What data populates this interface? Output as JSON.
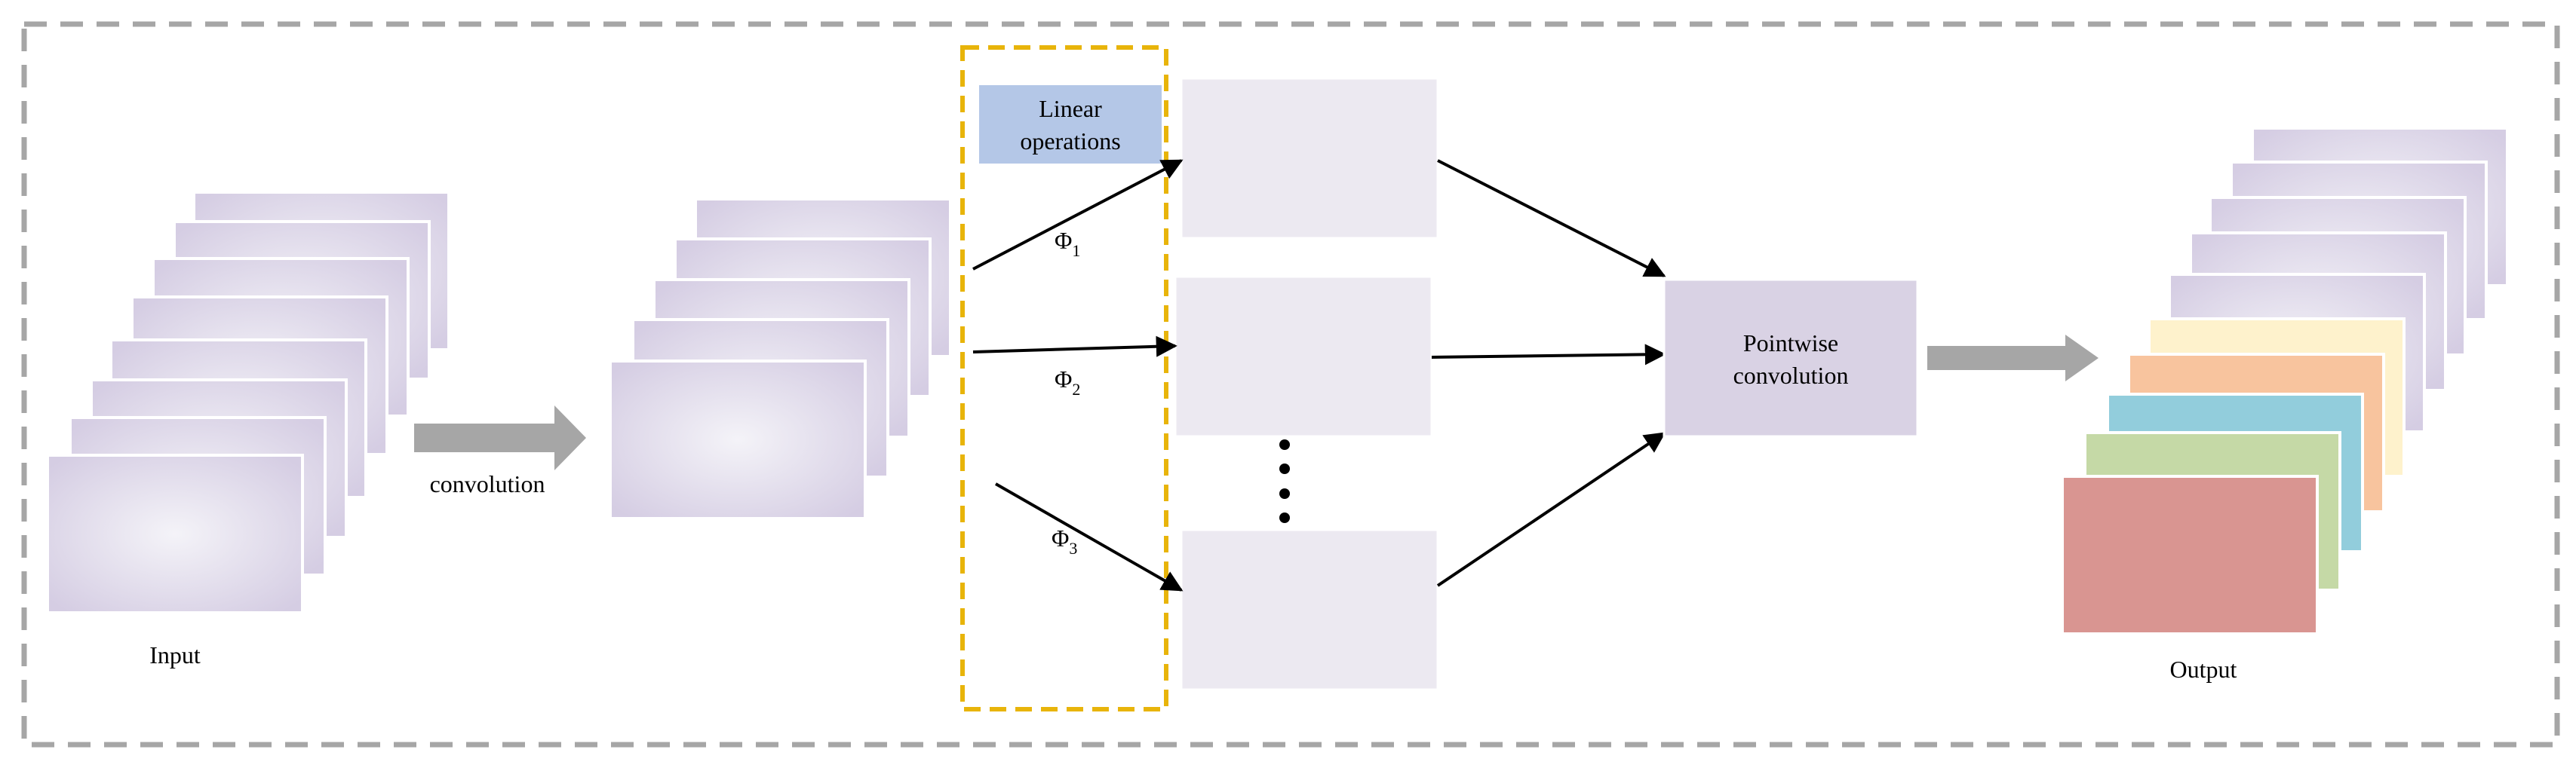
{
  "labels": {
    "input": "Input",
    "conv": "convolution",
    "linear_line1": "Linear",
    "linear_line2": "operations",
    "phi1_main": "Φ",
    "phi1_sub": "1",
    "phi2_main": "Φ",
    "phi2_sub": "2",
    "phi3_main": "Φ",
    "phi3_sub": "3",
    "pointwise_line1": "Pointwise",
    "pointwise_line2": "convolution",
    "output": "Output"
  },
  "colors": {
    "outer_border": "#a6a6a6",
    "linear_border": "#e8b40a",
    "linear_fill": "#b4c7e7",
    "feature_center": "#f4f3f8",
    "feature_edge": "#d5cde3",
    "pointwise_fill": "#d9d2e4",
    "intrinsic_fill": "#ece9f1",
    "arrow_gray": "#a6a6a6",
    "output_red": "#d99591",
    "output_green": "#c5d9a6",
    "output_blue": "#92cddc",
    "output_orange": "#f8c49e",
    "output_yellow": "#fef2cc"
  }
}
